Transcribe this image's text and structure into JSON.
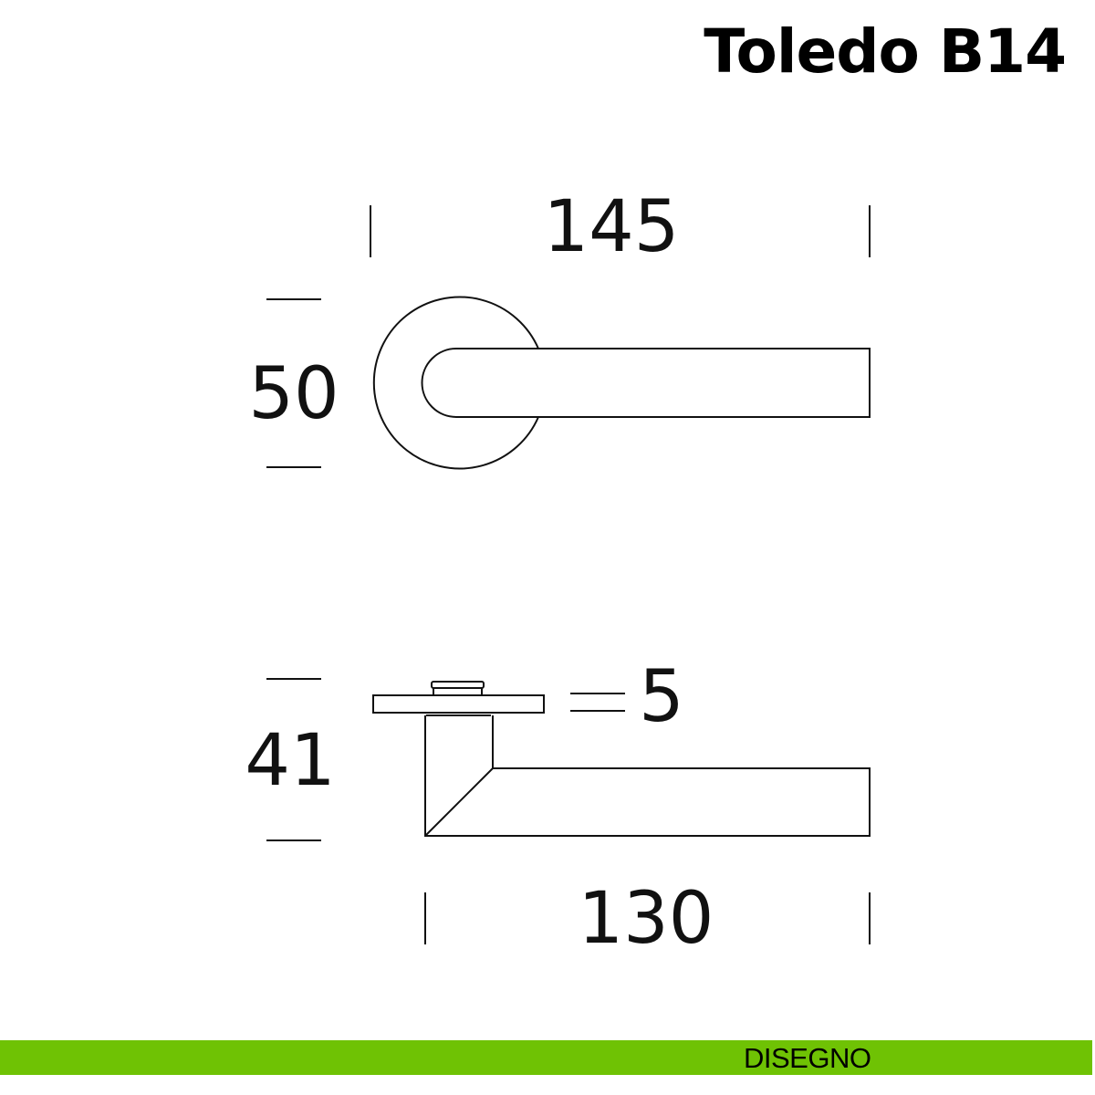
{
  "title": "Toledo B14",
  "footer": {
    "label": "DISEGNO",
    "color": "#6fc204"
  },
  "dimensions": {
    "top_width": "145",
    "top_height": "50",
    "side_height": "41",
    "rose_thickness": "5",
    "side_width": "130"
  }
}
